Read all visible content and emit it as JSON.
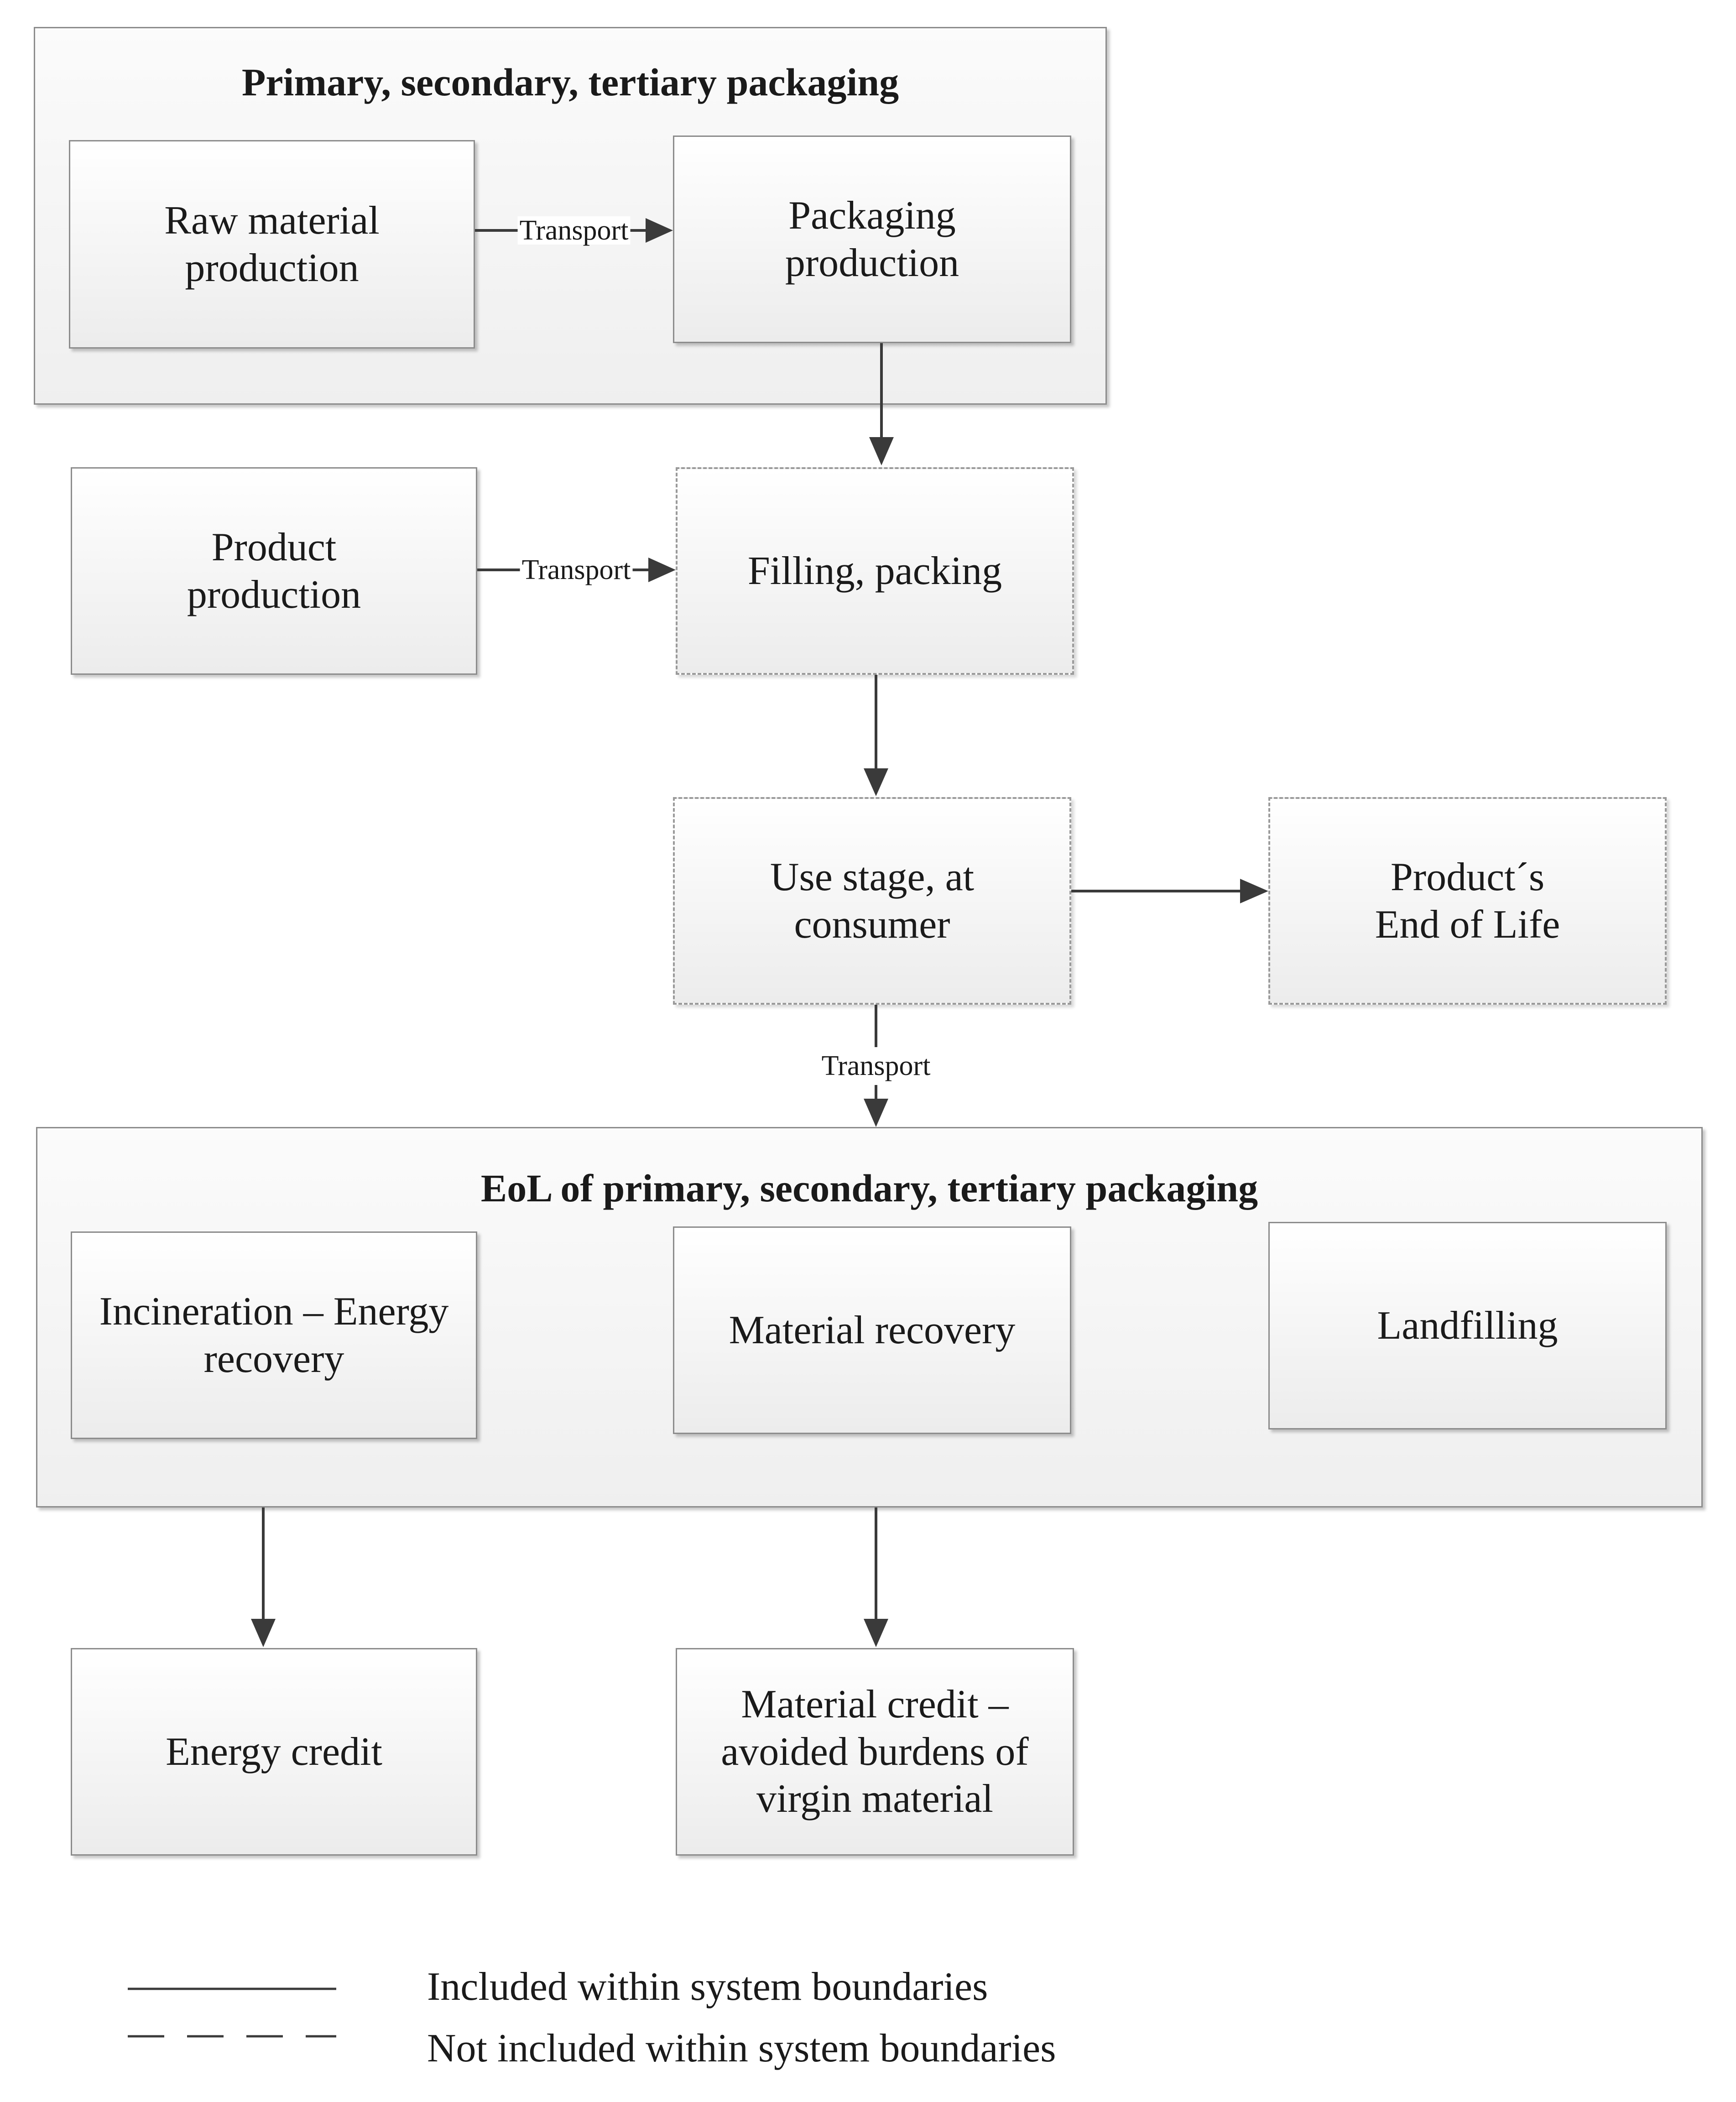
{
  "groups": {
    "packaging": {
      "title": "Primary, secondary, tertiary packaging"
    },
    "eol": {
      "title": "EoL of primary, secondary, tertiary packaging"
    }
  },
  "nodes": {
    "raw_material": {
      "label": "Raw material\nproduction",
      "included": true
    },
    "packaging_production": {
      "label": "Packaging\nproduction",
      "included": true
    },
    "product_production": {
      "label": "Product\nproduction",
      "included": true
    },
    "filling_packing": {
      "label": "Filling, packing",
      "included": false
    },
    "use_stage": {
      "label": "Use stage, at\nconsumer",
      "included": false
    },
    "product_eol": {
      "label": "Product´s\nEnd of Life",
      "included": false
    },
    "incineration": {
      "label": "Incineration – Energy\nrecovery",
      "included": true
    },
    "material_recovery": {
      "label": "Material recovery",
      "included": true
    },
    "landfilling": {
      "label": "Landfilling",
      "included": true
    },
    "energy_credit": {
      "label": "Energy credit",
      "included": true
    },
    "material_credit": {
      "label": "Material credit –\navoided burdens of\nvirgin material",
      "included": true
    }
  },
  "edge_labels": {
    "raw_to_packaging": "Transport",
    "product_to_filling": "Transport",
    "use_to_eol": "Transport"
  },
  "legend": {
    "included": "Included within system boundaries",
    "not_included": "Not included within system boundaries"
  }
}
